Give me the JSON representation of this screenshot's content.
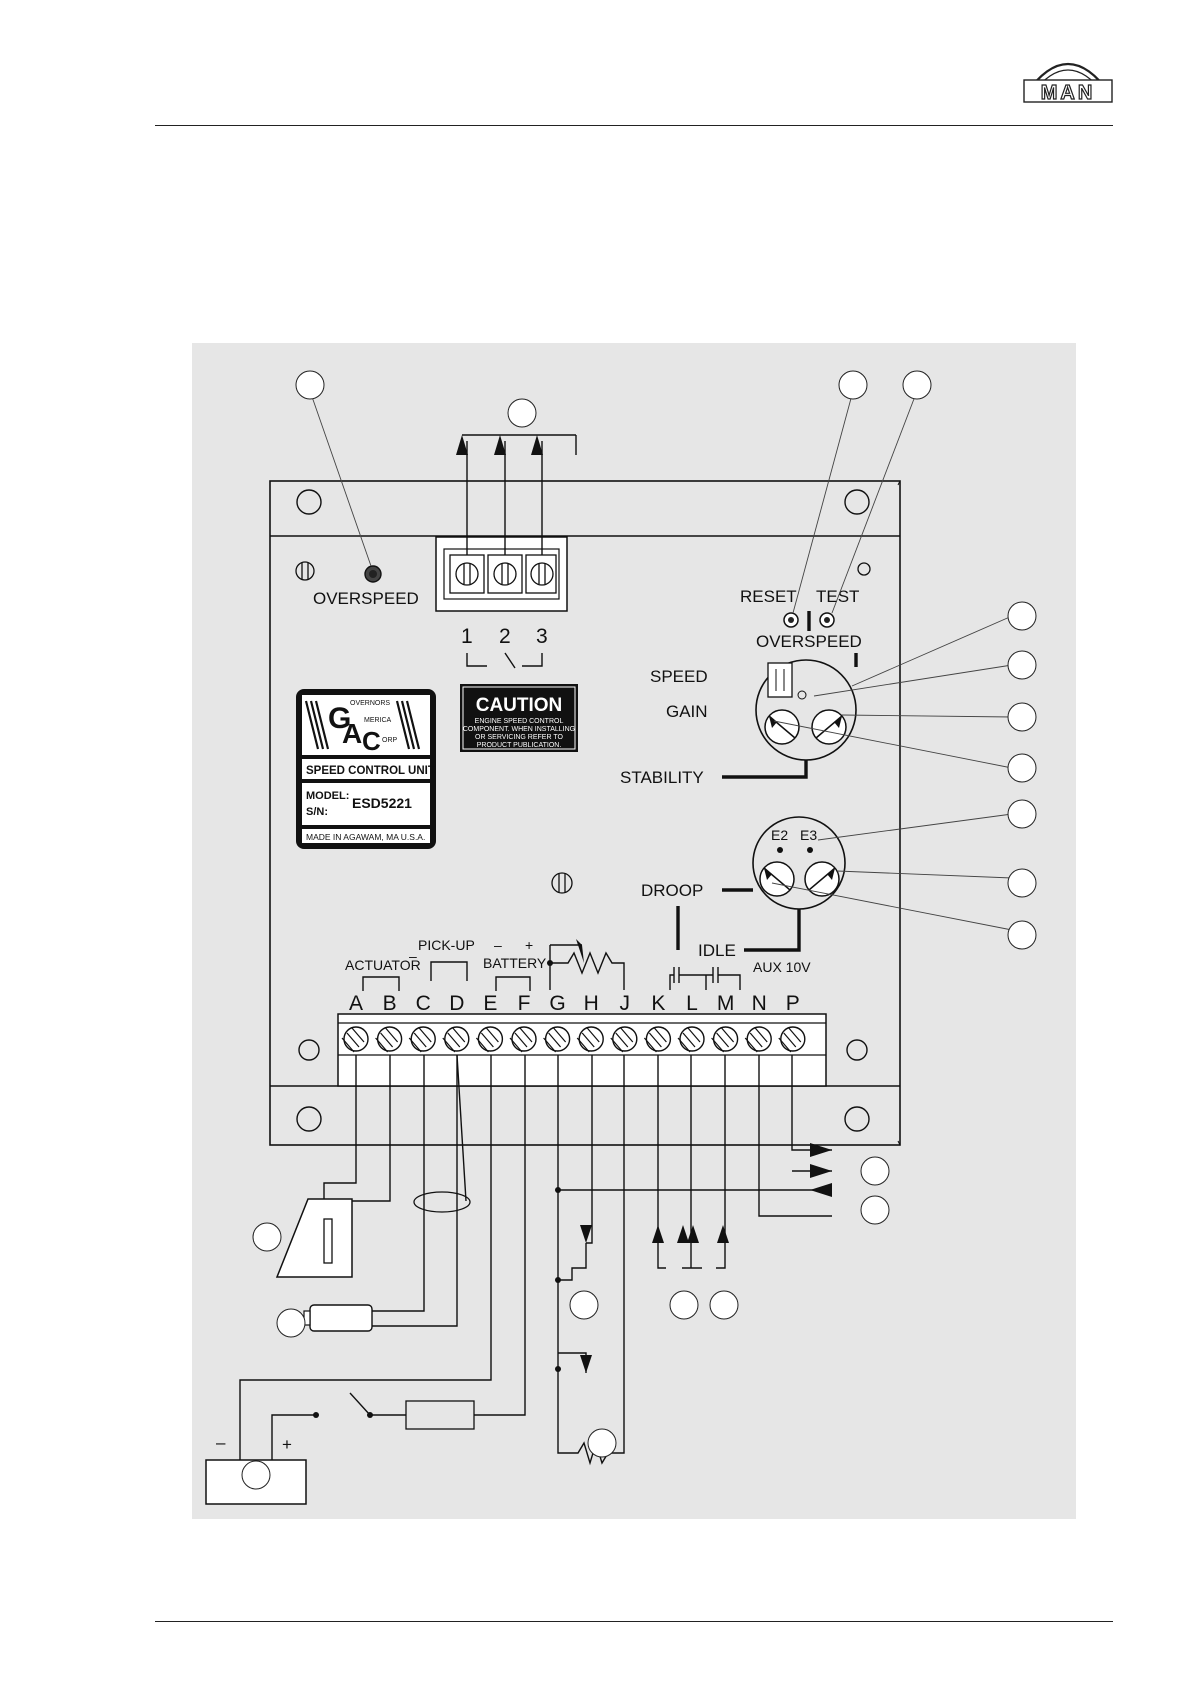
{
  "header": {
    "logo_text": "MAN"
  },
  "labels": {
    "overspeed_led": "OVERSPEED",
    "reset": "RESET",
    "test": "TEST",
    "overspeed": "OVERSPEED",
    "speed": "SPEED",
    "gain": "GAIN",
    "stability": "STABILITY",
    "droop": "DROOP",
    "idle": "IDLE",
    "e2": "E2",
    "e3": "E3",
    "actuator": "ACTUATOR",
    "pickup": "PICK-UP",
    "battery": "BATTERY",
    "battery_minus": "–",
    "battery_plus": "+",
    "aux": "AUX 10V",
    "relay_1": "1",
    "relay_2": "2",
    "relay_3": "3",
    "pickup_dash": "–",
    "battery_box_minus": "–",
    "battery_box_plus": "+"
  },
  "caution": {
    "title": "CAUTION",
    "line1": "ENGINE SPEED CONTROL",
    "line2": "COMPONENT. WHEN INSTALLING",
    "line3": "OR SERVICING REFER TO",
    "line4": "PRODUCT PUBLICATION."
  },
  "nameplate": {
    "g": "G",
    "overnors": "OVERNORS",
    "a": "A",
    "merica": "MERICA",
    "c": "C",
    "orp": "ORP",
    "unit": "SPEED CONTROL UNIT",
    "model_label": "MODEL:",
    "sn_label": "S/N:",
    "model": "ESD5221",
    "made_in": "MADE IN AGAWAM, MA U.S.A."
  },
  "terminals": [
    "A",
    "B",
    "C",
    "D",
    "E",
    "F",
    "G",
    "H",
    "J",
    "K",
    "L",
    "M",
    "N",
    "P"
  ]
}
